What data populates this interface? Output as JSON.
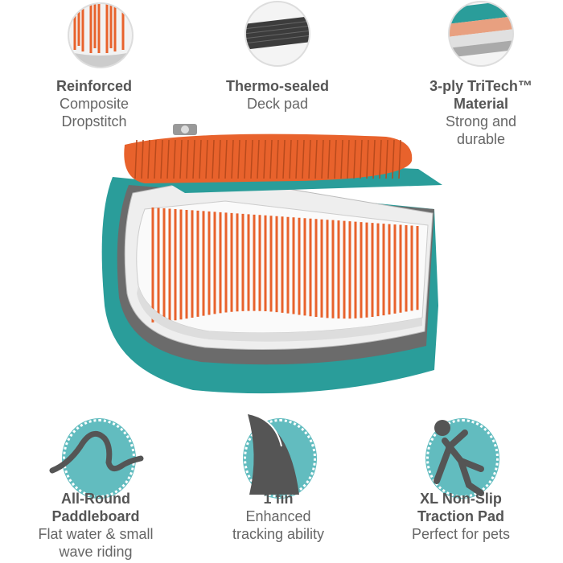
{
  "top_features": [
    {
      "title": "Reinforced",
      "lines": [
        "Composite",
        "Dropstitch"
      ]
    },
    {
      "title": "Thermo-sealed",
      "lines": [
        "Deck pad"
      ]
    },
    {
      "title": "3-ply TriTech™",
      "title2": "Material",
      "lines": [
        "Strong and",
        "durable"
      ]
    }
  ],
  "bottom_features": [
    {
      "title": "All-Round",
      "title2": "Paddleboard",
      "lines": [
        "Flat water & small",
        "wave riding"
      ],
      "icon": "wave-icon"
    },
    {
      "title": "1 fin",
      "lines": [
        "Enhanced",
        "tracking ability"
      ],
      "icon": "fin-icon"
    },
    {
      "title": "XL Non-Slip",
      "title2": "Traction Pad",
      "lines": [
        "Perfect for pets"
      ],
      "icon": "slipping-person-icon"
    }
  ],
  "colors": {
    "teal": "#2a9d9a",
    "orange": "#e8622c",
    "gray": "#555555",
    "icon_bg": "#62bcbf"
  }
}
